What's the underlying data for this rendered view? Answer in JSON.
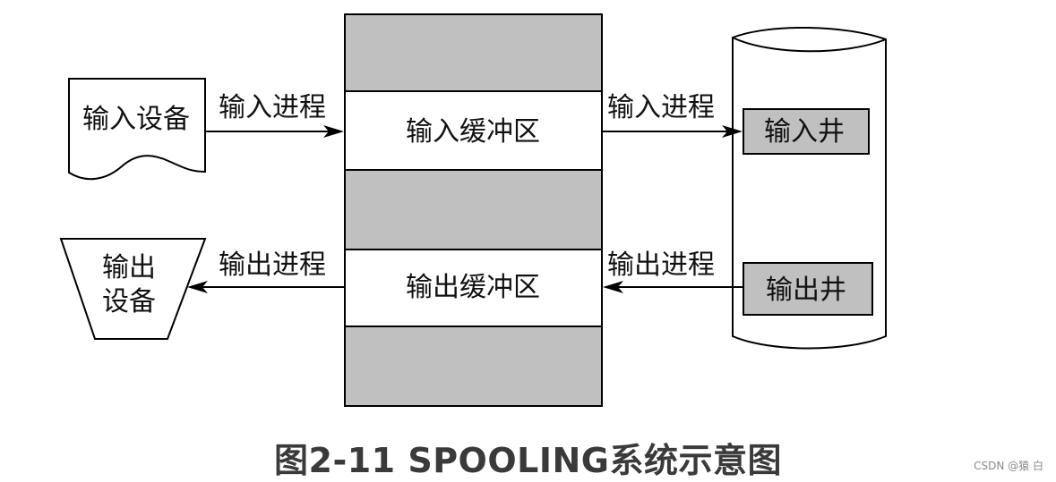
{
  "diagram": {
    "input_device": "输入设备",
    "output_device_line1": "输出",
    "output_device_line2": "设备",
    "input_buffer": "输入缓冲区",
    "output_buffer": "输出缓冲区",
    "input_well": "输入井",
    "output_well": "输出井",
    "input_process_left": "输入进程",
    "input_process_right": "输入进程",
    "output_process_left": "输出进程",
    "output_process_right": "输出进程"
  },
  "caption": "图2-11 SPOOLING系统示意图",
  "watermark": "CSDN @猿 白",
  "colors": {
    "gray_fill": "#c0c0c0",
    "line": "#000000"
  }
}
